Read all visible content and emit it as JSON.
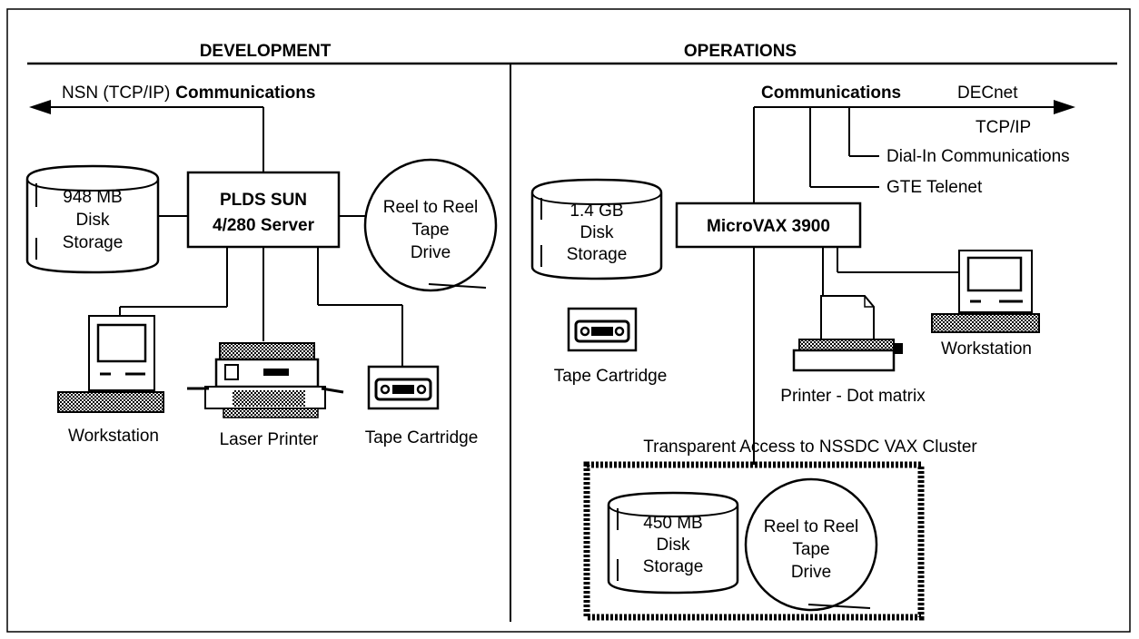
{
  "sections": {
    "development": "DEVELOPMENT",
    "operations": "OPERATIONS"
  },
  "development": {
    "comm_prefix": "NSN (TCP/IP)",
    "comm_bold": "Communications",
    "disk": [
      "948 MB",
      "Disk",
      "Storage"
    ],
    "server": [
      "PLDS SUN",
      "4/280 Server"
    ],
    "reel": [
      "Reel to Reel",
      "Tape",
      "Drive"
    ],
    "workstation": "Workstation",
    "laser_printer": "Laser Printer",
    "tape_cartridge": "Tape Cartridge"
  },
  "operations": {
    "comm_bold": "Communications",
    "decnet": "DECnet",
    "tcpip": "TCP/IP",
    "dialin": "Dial-In Communications",
    "telenet": "GTE Telenet",
    "disk": [
      "1.4 GB",
      "Disk",
      "Storage"
    ],
    "server": "MicroVAX 3900",
    "tape_cartridge": "Tape Cartridge",
    "printer": "Printer - Dot matrix",
    "workstation": "Workstation",
    "transparent": "Transparent Access to NSSDC VAX Cluster",
    "cluster_disk": [
      "450 MB",
      "Disk",
      "Storage"
    ],
    "cluster_reel": [
      "Reel to Reel",
      "Tape",
      "Drive"
    ]
  }
}
